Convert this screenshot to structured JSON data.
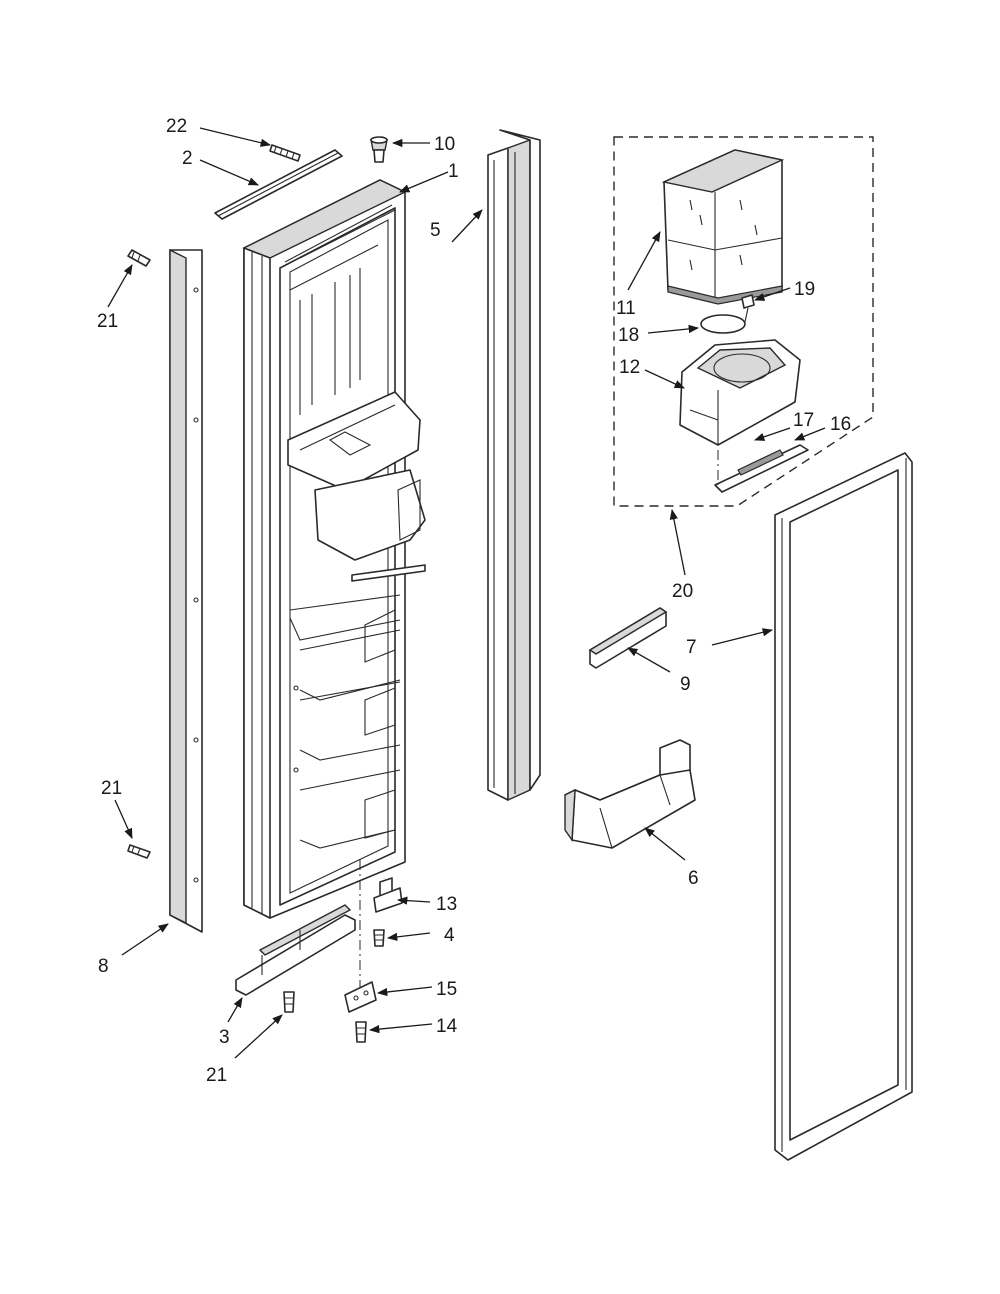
{
  "callouts": [
    {
      "id": "c22a",
      "text": "22"
    },
    {
      "id": "c2",
      "text": "2"
    },
    {
      "id": "c10",
      "text": "10"
    },
    {
      "id": "c1",
      "text": "1"
    },
    {
      "id": "c5",
      "text": "5"
    },
    {
      "id": "c21a",
      "text": "21"
    },
    {
      "id": "c11",
      "text": "11"
    },
    {
      "id": "c19",
      "text": "19"
    },
    {
      "id": "c18",
      "text": "18"
    },
    {
      "id": "c12",
      "text": "12"
    },
    {
      "id": "c17",
      "text": "17"
    },
    {
      "id": "c16",
      "text": "16"
    },
    {
      "id": "c20",
      "text": "20"
    },
    {
      "id": "c7",
      "text": "7"
    },
    {
      "id": "c9",
      "text": "9"
    },
    {
      "id": "c21b",
      "text": "21"
    },
    {
      "id": "c6",
      "text": "6"
    },
    {
      "id": "c13",
      "text": "13"
    },
    {
      "id": "c4",
      "text": "4"
    },
    {
      "id": "c8",
      "text": "8"
    },
    {
      "id": "c15",
      "text": "15"
    },
    {
      "id": "c3",
      "text": "3"
    },
    {
      "id": "c14",
      "text": "14"
    },
    {
      "id": "c21c",
      "text": "21"
    }
  ]
}
